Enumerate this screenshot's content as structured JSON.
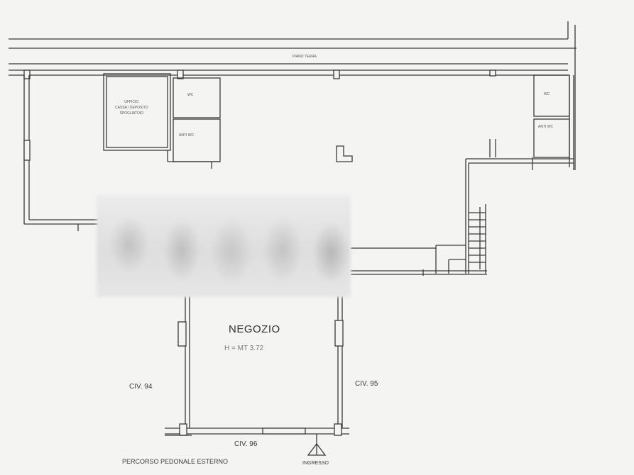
{
  "plan": {
    "street_label": "PIANO TERRA",
    "room_main": "NEGOZIO",
    "room_height": "H = MT 3.72",
    "civ_left": "CIV. 94",
    "civ_right": "CIV. 95",
    "civ_bottom": "CIV. 96",
    "path_label": "PERCORSO PEDONALE ESTERNO",
    "entrance_label": "INGRESSO",
    "small_room_a": "WC",
    "small_room_b": "ANTI WC",
    "small_room_c": "WC",
    "small_room_d": "ANTI WC",
    "office_lines": [
      "UFFICIO",
      "CASSA / DEPOSITO",
      "SPOGLIATOIO"
    ]
  },
  "colors": {
    "line": "#3a3a3a",
    "background": "#f4f4f2"
  }
}
